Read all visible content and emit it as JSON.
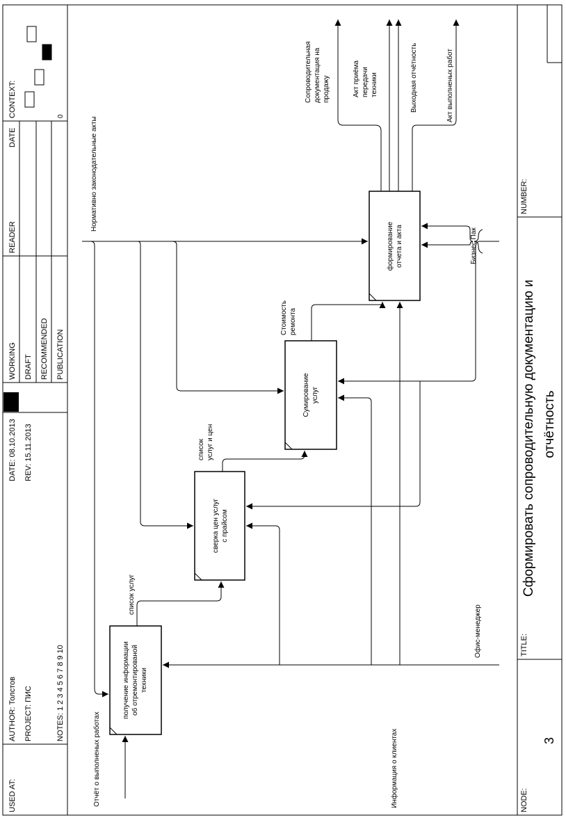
{
  "header": {
    "used_at_label": "USED AT:",
    "author": "AUTHOR:  Толстов",
    "project": "PROJECT:  ПИС",
    "notes": "NOTES:  1  2  3  4  5  6  7  8  9  10",
    "date": "DATE:   08.10.2013",
    "rev": "REV:     15.11.2013",
    "status_working": "WORKING",
    "status_draft": "DRAFT",
    "status_recommended": "RECOMMENDED",
    "status_publication": "PUBLICATION",
    "reader": "READER",
    "date_col": "DATE",
    "context": "CONTEXT:",
    "context_number": "0"
  },
  "footer": {
    "node_label": "NODE:",
    "node_value": "3",
    "title_label": "TITLE:",
    "title_line1": "Сформировать  сопроводительную документацию и",
    "title_line2": "отчётность",
    "number_label": "NUMBER:"
  },
  "boxes": {
    "b1": [
      "получение информации",
      "об отремонтированой",
      "техники"
    ],
    "b2": [
      "сверка цен услуг",
      "с прайсом"
    ],
    "b3": [
      "Сумирование",
      "услуг"
    ],
    "b4": [
      "формирование",
      "отчета и акта"
    ]
  },
  "arrows": {
    "normative": "Нормативно законодательные акты",
    "report_in": "Отчёт о выполненых работах",
    "client_info": "Информация о клиентах",
    "office_manager": "Офис-менеджер",
    "business_pak": "Бизнес Пак",
    "service_list": "список услуг",
    "service_price_list": [
      "список",
      "услуг и цен"
    ],
    "repair_cost": [
      "Стоимость",
      "ремонта"
    ],
    "out_docs": [
      "Сопроводительная",
      "документация на",
      "продажу"
    ],
    "out_act": [
      "Акт приёма",
      "передачи",
      "техники"
    ],
    "out_report": "Выходная отчётность",
    "out_works": "Акт выполненых работ"
  }
}
